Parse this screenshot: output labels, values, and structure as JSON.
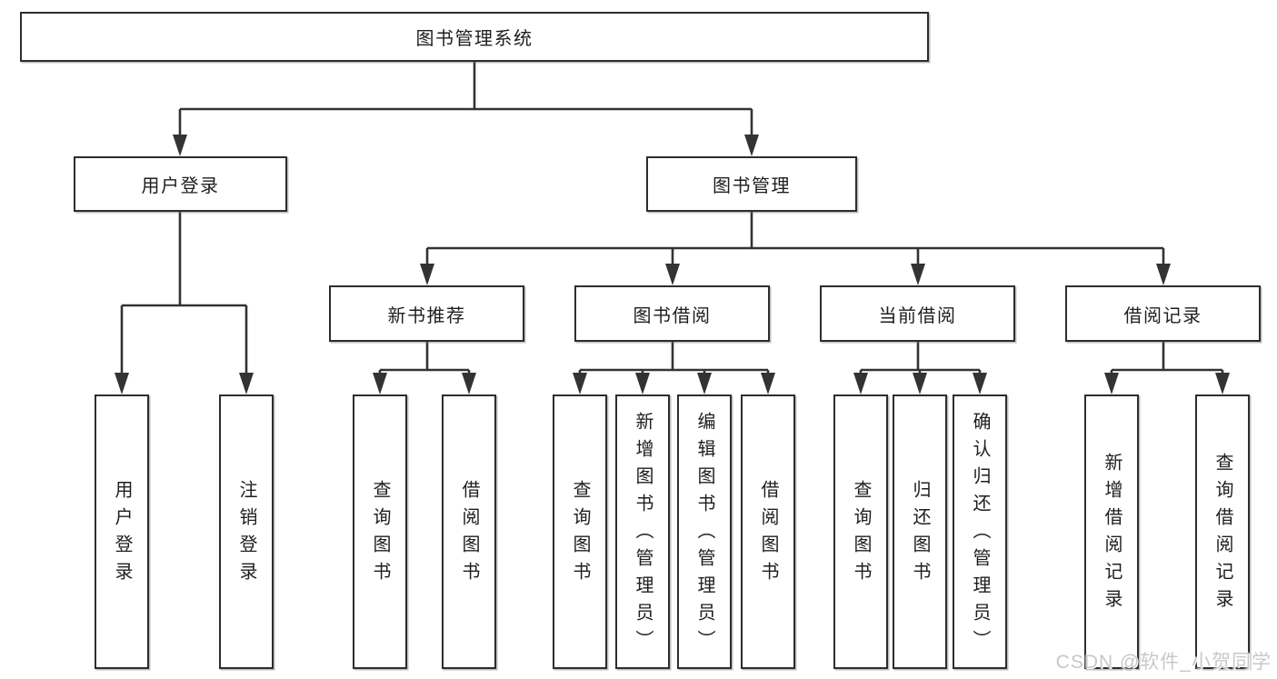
{
  "page": {
    "background_color": "#ffffff",
    "line_color": "#333333",
    "box_border_color": "#2d2d2d"
  },
  "root": {
    "label": "图书管理系统"
  },
  "level2": [
    {
      "label": "用户登录"
    },
    {
      "label": "图书管理"
    }
  ],
  "level3": [
    {
      "label": "新书推荐"
    },
    {
      "label": "图书借阅"
    },
    {
      "label": "当前借阅"
    },
    {
      "label": "借阅记录"
    }
  ],
  "leaves": {
    "login": [
      {
        "label": "用户登录"
      },
      {
        "label": "注销登录"
      }
    ],
    "recommend": [
      {
        "label": "查询图书"
      },
      {
        "label": "借阅图书"
      }
    ],
    "borrow": [
      {
        "label": "查询图书"
      },
      {
        "label": "新增图书（管理员）"
      },
      {
        "label": "编辑图书（管理员）"
      },
      {
        "label": "借阅图书"
      }
    ],
    "current": [
      {
        "label": "查询图书"
      },
      {
        "label": "归还图书"
      },
      {
        "label": "确认归还（管理员）"
      }
    ],
    "records": [
      {
        "label": "新增借阅记录"
      },
      {
        "label": "查询借阅记录"
      }
    ]
  },
  "watermark": {
    "text": "CSDN @软件_小贺同学"
  }
}
